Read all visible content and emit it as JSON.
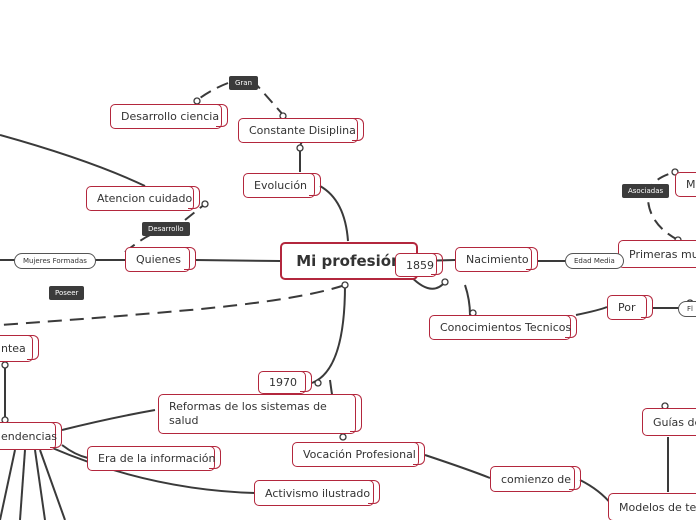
{
  "center": {
    "label": "Mi profesión"
  },
  "nodes": {
    "desarrollo_ciencia": "Desarrollo ciencia",
    "constante_disciplina": "Constante Disiplina",
    "evolucion": "Evolución",
    "atencion_cuidado": "Atencion cuidado",
    "quienes": "Quienes",
    "nacimiento": "Nacimiento",
    "primeras_mujeres": "Primeras muj",
    "m_node": "M",
    "y1859": "1859",
    "conocimientos_tecnicos": "Conocimientos Tecnicos",
    "por": "Por",
    "antea": "ntea",
    "y1970": "1970",
    "reformas": "Reformas de los sistemas de salud",
    "tendencias": "endencias",
    "era_informacion": "Era de la información",
    "vocacion": "Vocación Profesional",
    "activismo": "Activismo ilustrado",
    "comienzo_de": "comienzo de",
    "guias": "Guías de",
    "modelos": "Modelos de teo"
  },
  "tags": {
    "gran": "Gran",
    "desarrollo": "Desarrollo",
    "mujeres_formadas": "Mujeres Formadas",
    "poseer": "Poseer",
    "asociadas": "Asociadas",
    "edad_media": "Edad Media",
    "fl": "Fl"
  },
  "colors": {
    "node_border": "#b3273d",
    "line": "#3a3a3a",
    "tag_bg": "#3b3b3b"
  }
}
